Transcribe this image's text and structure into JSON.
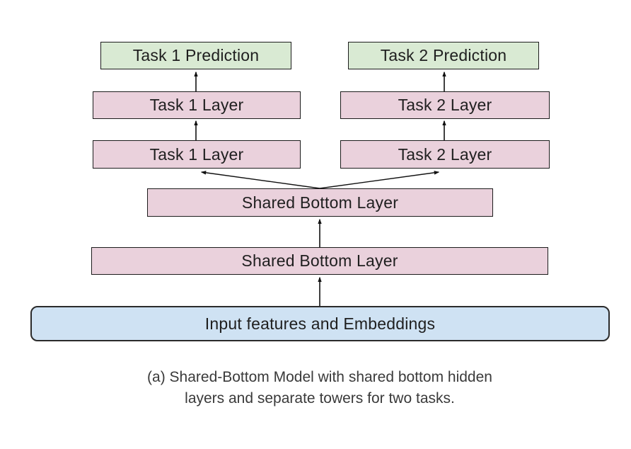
{
  "colors": {
    "prediction_fill": "#d9ead3",
    "task_layer_fill": "#ead1dc",
    "input_fill": "#cfe2f3",
    "border": "#1c1c1c",
    "text": "#1f1f1f",
    "caption_text": "#3a3a3a",
    "arrow": "#111111"
  },
  "nodes": {
    "task1_prediction": {
      "label": "Task 1 Prediction"
    },
    "task2_prediction": {
      "label": "Task 2 Prediction"
    },
    "task1_layer_upper": {
      "label": "Task 1 Layer"
    },
    "task2_layer_upper": {
      "label": "Task 2 Layer"
    },
    "task1_layer_lower": {
      "label": "Task 1 Layer"
    },
    "task2_layer_lower": {
      "label": "Task 2 Layer"
    },
    "shared_bottom_upper": {
      "label": "Shared Bottom Layer"
    },
    "shared_bottom_lower": {
      "label": "Shared Bottom Layer"
    },
    "input": {
      "label": "Input features and Embeddings"
    }
  },
  "caption": {
    "line1": "(a) Shared-Bottom Model with shared bottom hidden",
    "line2": "layers and separate towers for two tasks."
  }
}
